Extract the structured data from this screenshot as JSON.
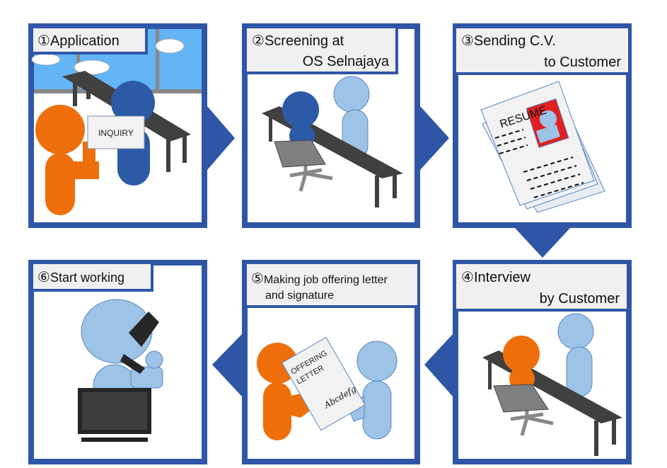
{
  "colors": {
    "frame": "#2f56a6",
    "orange": "#ee6f0b",
    "dark_blue": "#2c5aa6",
    "light_blue": "#9dc3e6",
    "desk": "#404040",
    "sky": "#63b5f5"
  },
  "steps": [
    {
      "num": "①",
      "title_line1": "Application",
      "title_line2": "",
      "prop_text": "INQUIRY"
    },
    {
      "num": "②",
      "title_line1": "Screening at",
      "title_line2": "OS Selnajaya"
    },
    {
      "num": "③",
      "title_line1": "Sending C.V.",
      "title_line2": "to Customer",
      "prop_text": "RESUME"
    },
    {
      "num": "④",
      "title_line1": "Interview",
      "title_line2": "by Customer"
    },
    {
      "num": "⑤",
      "title_line1": "Making job offering letter",
      "title_line2": "and signature",
      "prop_line1": "OFFERING",
      "prop_line2": "LETTER",
      "signature": "Abcdefg"
    },
    {
      "num": "⑥",
      "title_line1": "Start working",
      "title_line2": ""
    }
  ]
}
